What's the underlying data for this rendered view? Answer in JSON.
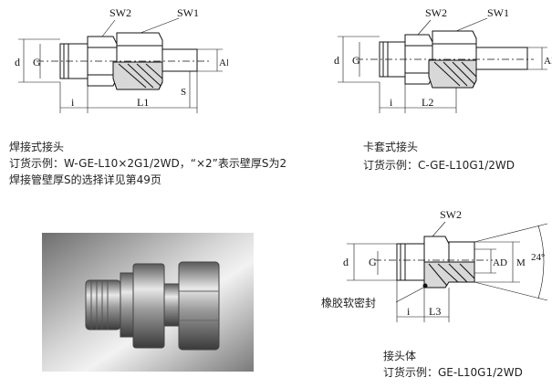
{
  "drawing1": {
    "labels": {
      "sw2": "SW2",
      "sw1": "SW1",
      "d": "d",
      "g": "G",
      "ad": "AD",
      "s": "S",
      "i": "i",
      "l": "L1"
    },
    "caption": [
      "焊接式接头",
      "订货示例：W-GE-L10×2G1/2WD，“×2”表示壁厚S为2",
      "焊接管壁厚S的选择详见第49页"
    ]
  },
  "drawing2": {
    "labels": {
      "sw2": "SW2",
      "sw1": "SW1",
      "d": "d",
      "g": "G",
      "ad": "AD",
      "i": "i",
      "l": "L2"
    },
    "caption": [
      "卡套式接头",
      "订货示例：C-GE-L10G1/2WD"
    ]
  },
  "drawing3": {
    "labels": {
      "sw2": "SW2",
      "d": "d",
      "g": "G",
      "ad": "AD",
      "m": "M",
      "angle": "24°",
      "seal": "橡胶软密封",
      "i": "i",
      "l": "L3"
    },
    "caption": [
      "接头体",
      "订货示例：GE-L10G1/2WD"
    ]
  }
}
